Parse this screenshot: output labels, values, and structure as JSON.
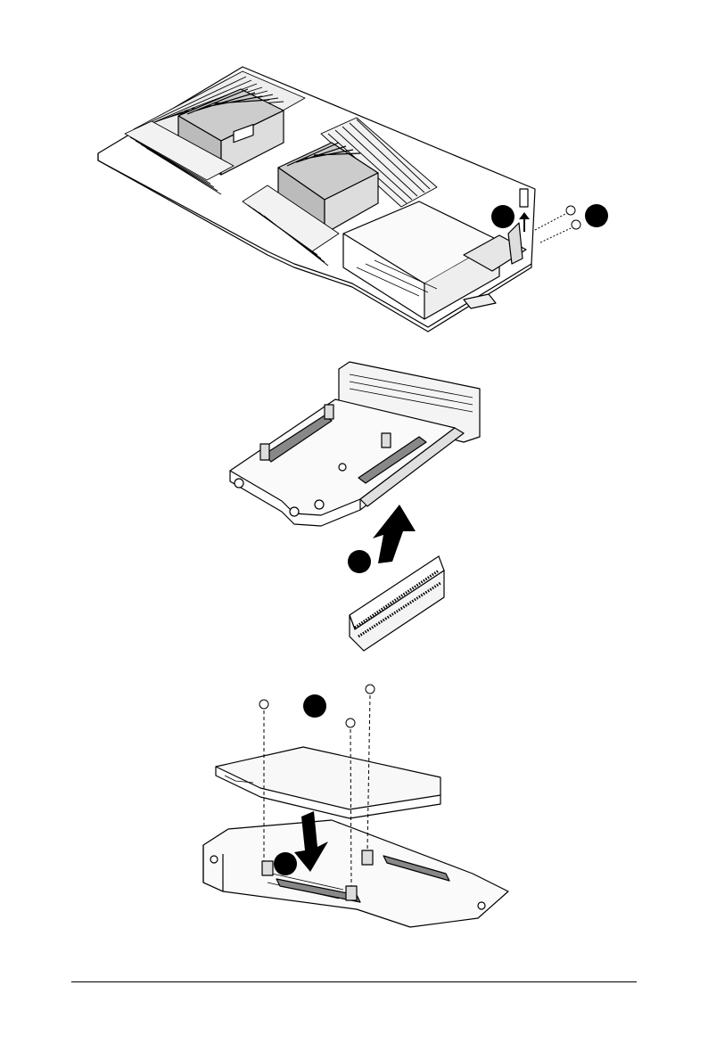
{
  "illustrations": [
    {
      "name": "node-tray-overview",
      "icon": "server-node-board-illustration"
    },
    {
      "name": "riser-bracket-with-card",
      "icon": "riser-bracket-illustration"
    },
    {
      "name": "riser-card-install",
      "icon": "riser-card-mount-illustration"
    }
  ],
  "callouts": [
    {
      "label": ""
    },
    {
      "label": ""
    },
    {
      "label": ""
    },
    {
      "label": ""
    },
    {
      "label": ""
    }
  ],
  "colors": {
    "ink": "#000000",
    "paper": "#ffffff",
    "shade": "#bdbdbd"
  }
}
